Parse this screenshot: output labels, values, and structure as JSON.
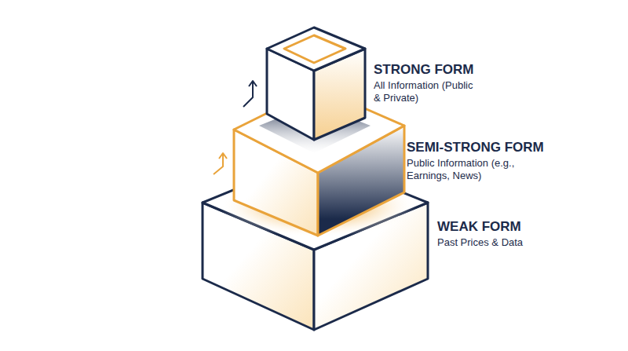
{
  "diagram": {
    "nodes": [
      {
        "text": [
          "STRONG FORM",
          "All Information (Public & Private)"
        ]
      },
      {
        "text": [
          "SEMI-STRONG FORM",
          "Public Information (e.g., Earnings, News)"
        ]
      },
      {
        "text": [
          "WEAK FORM",
          "Past Prices & Data"
        ]
      }
    ]
  }
}
